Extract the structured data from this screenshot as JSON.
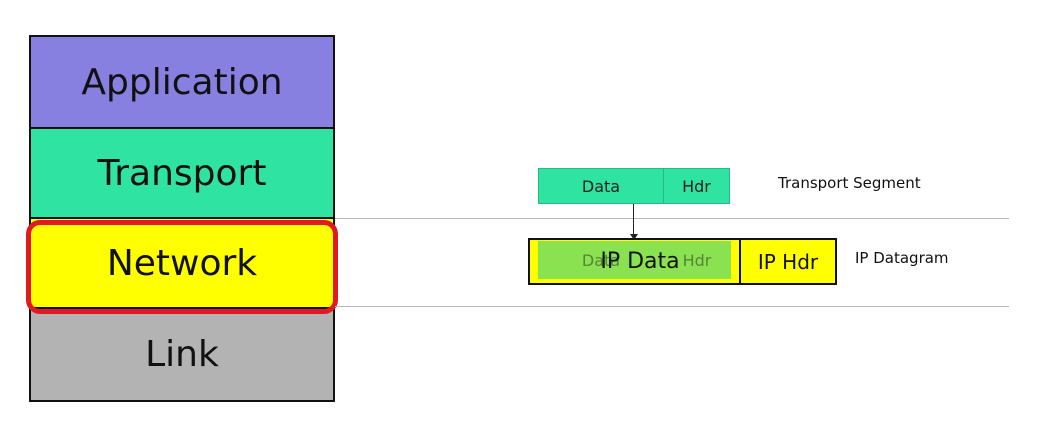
{
  "stack": {
    "application": "Application",
    "transport": "Transport",
    "network": "Network",
    "link": "Link"
  },
  "segment": {
    "data": "Data",
    "hdr": "Hdr",
    "label": "Transport Segment"
  },
  "datagram": {
    "inner_data": "Data",
    "inner_hdr": "Hdr",
    "ip_data": "IP Data",
    "ip_hdr": "IP Hdr",
    "label": "IP Datagram"
  },
  "colors": {
    "application": "#8780e0",
    "transport": "#2fe4a3",
    "network": "#ffff00",
    "link": "#b3b3b3",
    "highlight": "#e01a22",
    "segment": "#2fe4a3",
    "datagram": "#ffff00",
    "inner_segment": "#8be251"
  }
}
